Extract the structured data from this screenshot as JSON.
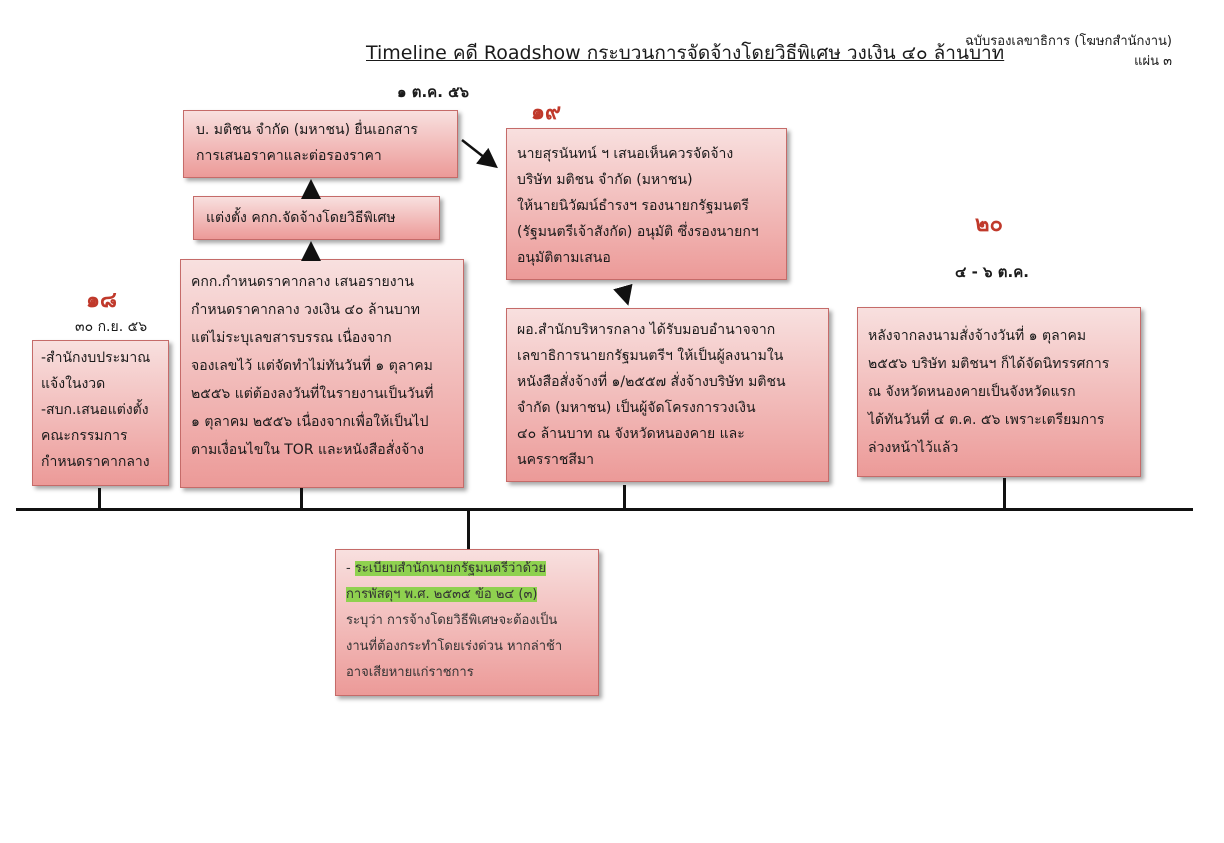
{
  "header": {
    "title": "Timeline คดี Roadshow กระบวนการจัดจ้างโดยวิธีพิเศษ วงเงิน ๔๐ ล้านบาท",
    "doc_label": "ฉบับรองเลขาธิการ (โฆษกสำนักงาน)",
    "sheet_label": "แผ่น ๓"
  },
  "day18": {
    "number": "๑๘",
    "date": "๓๐ ก.ย. ๕๖",
    "box": [
      "-สำนักงบประมาณ",
      "แจ้งในงวด",
      "-สบก.เสนอแต่งตั้ง",
      "คณะกรรมการ",
      "กำหนดราคากลาง"
    ]
  },
  "oct1": {
    "date": "๑ ต.ค. ๕๖",
    "box_committee": [
      "คกก.กำหนดราคากลาง เสนอรายงาน",
      "กำหนดราคากลาง วงเงิน ๔๐ ล้านบาท",
      "แต่ไม่ระบุเลขสารบรรณ เนื่องจาก",
      "จองเลขไว้ แต่จัดทำไม่ทันวันที่ ๑ ตุลาคม",
      "๒๕๕๖ แต่ต้องลงวันที่ในรายงานเป็นวันที่",
      "๑ ตุลาคม ๒๕๕๖ เนื่องจากเพื่อให้เป็นไป",
      "ตามเงื่อนไขใน TOR และหนังสือสั่งจ้าง"
    ],
    "box_appoint": "แต่งตั้ง คกก.จัดจ้างโดยวิธีพิเศษ",
    "box_bid": [
      "บ. มติชน จำกัด (มหาชน) ยื่นเอกสาร",
      "การเสนอราคาและต่อรองราคา"
    ]
  },
  "day19": {
    "number": "๑๙",
    "box_proposal": [
      "นายสุรนันทน์ ฯ เสนอเห็นควรจัดจ้าง",
      "บริษัท มติชน จำกัด (มหาชน)",
      "ให้นายนิวัฒน์ธำรงฯ รองนายกรัฐมนตรี",
      "(รัฐมนตรีเจ้าสังกัด) อนุมัติ ซึ่งรองนายกฯ",
      "อนุมัติตามเสนอ"
    ],
    "box_order": [
      "ผอ.สำนักบริหารกลาง ได้รับมอบอำนาจจาก",
      "เลขาธิการนายกรัฐมนตรีฯ ให้เป็นผู้ลงนามใน",
      "หนังสือสั่งจ้างที่ ๑/๒๕๕๗ สั่งจ้างบริษัท มติชน",
      "จำกัด (มหาชน) เป็นผู้จัดโครงการวงเงิน",
      "๔๐ ล้านบาท ณ จังหวัดหนองคาย และ",
      "นครราชสีมา"
    ]
  },
  "day20": {
    "number": "๒๐",
    "date": "๔ - ๖ ต.ค.",
    "box": [
      "หลังจากลงนามสั่งจ้างวันที่ ๑ ตุลาคม",
      "๒๕๕๖ บริษัท มติชนฯ ก็ได้จัดนิทรรศการ",
      "ณ จังหวัดหนองคายเป็นจังหวัดแรก",
      "ได้ทันวันที่ ๔ ต.ค. ๕๖ เพราะเตรียมการ",
      "ล่วงหน้าไว้แล้ว"
    ]
  },
  "regulation_note": {
    "prefix": "- ",
    "highlight_line1": "ระเบียบสำนักนายกรัฐมนตรีว่าด้วย",
    "highlight_line2": "การพัสดุฯ พ.ศ. ๒๕๓๕ ข้อ ๒๔ (๓)",
    "body": [
      "ระบุว่า การจ้างโดยวิธีพิเศษจะต้องเป็น",
      "งานที่ต้องกระทำโดยเร่งด่วน หากล่าช้า",
      "อาจเสียหายแก่ราชการ"
    ]
  },
  "colors": {
    "day_number": "#c0392b",
    "box_top": "#f8e0df",
    "box_bottom": "#ec9a98",
    "highlight": "#8fd14f"
  }
}
